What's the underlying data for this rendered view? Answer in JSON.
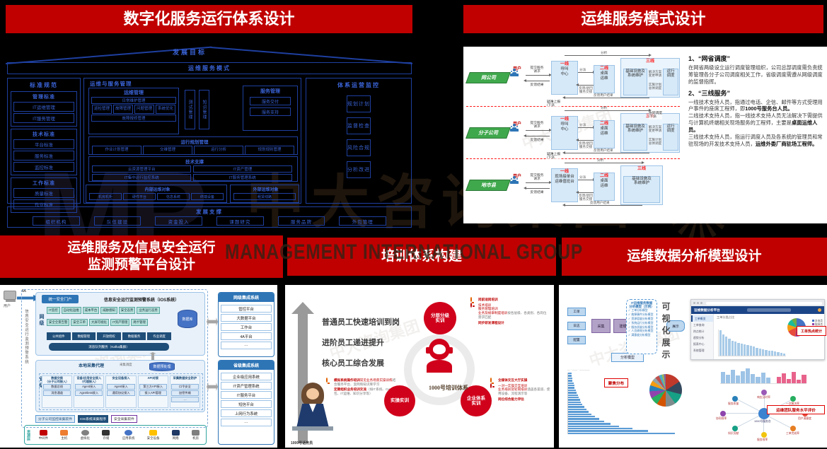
{
  "watermark": {
    "mp": "MP",
    "main": "中大咨询集团",
    "sub": "MANAGEMENT INTERNATIONAL GROUP"
  },
  "banners": {
    "arch": "数字化服务运行体系设计",
    "mode": "运维服务模式设计",
    "ios": "运维服务及信息安全运行\n监测预警平台设计",
    "training": "培训体系构建",
    "analysis": "运维数据分析模型设计"
  },
  "arch": {
    "goal": "发展目标",
    "mode_bar": "运维服务模式",
    "standards": {
      "title": "标准规范",
      "groups": [
        {
          "name": "管理标准",
          "items": [
            "IT运维管理",
            "IT服务管理"
          ]
        },
        {
          "name": "技术标准",
          "items": [
            "平台标准",
            "服务标准",
            "监控标准"
          ]
        },
        {
          "name": "工作标准",
          "items": [
            "质量标准",
            "作业标准"
          ]
        }
      ]
    },
    "center_title": "运维与服务管理",
    "ops": {
      "name": "运维管理",
      "wide_top": "日常维护管理",
      "cells": [
        "巡检管理",
        "故障管理",
        "问题管理",
        "系统优化"
      ],
      "wide_bottom": "故障报修管理"
    },
    "vertical_boxes": [
      "测试管理",
      "知识管理"
    ],
    "service": {
      "name": "服务管理",
      "items": [
        "服务交付",
        "服务支持"
      ]
    },
    "run_plan": {
      "name": "运行规划管理",
      "cells": [
        "作业计划管理",
        "交维管理",
        "运行分析",
        "规划规则管理"
      ]
    },
    "tech": {
      "name": "技术支撑",
      "cells": [
        "云资源管理平台",
        "IT资产管理",
        "IT集中运行监控系统",
        "IT服务管理系统"
      ]
    },
    "internal_obj": {
      "name": "内部运维对象",
      "cells": [
        "机房机柜",
        "硬件平台",
        "信息系统",
        "终端设备"
      ]
    },
    "external_obj": {
      "name": "外部运维对象",
      "cells": [
        "租赁线路"
      ]
    },
    "monitor": {
      "title": "体系运营监控",
      "items": [
        "规划计划",
        "监督检查",
        "风险合规",
        "分析改进"
      ]
    },
    "support": {
      "title": "发展支撑",
      "items": [
        "组织机构",
        "队伍建设",
        "资金投入",
        "课题研究",
        "服务品牌",
        "外包管理"
      ]
    }
  },
  "mode": {
    "tags": {
      "l1": "一线",
      "l2": "二线",
      "l3": "三线"
    },
    "labels": {
      "dispatch": "分派",
      "feedback": "反馈/退回\n服务交接",
      "top": "分析",
      "bottom": "反馈用户结果",
      "escalate": "疑难上报\n/下派",
      "coordinate": "协同调度\n/下派",
      "l3_req": "解决方案\n变更申请",
      "l3_plan": "实施计划\n总体调度"
    },
    "rows": [
      {
        "org": "网公司",
        "user": "用户",
        "submit": "提交服务\n请求",
        "back": "反馈结果",
        "l1": "呼叫\n中心",
        "l2": "桌面\n运维",
        "l3a": "基础设施及\n系统维护",
        "l3b": "运行\n调度"
      },
      {
        "org": "分子公司",
        "user": "用户",
        "submit": "提交服务\n请求",
        "back": "反馈结果",
        "l1": "呼叫\n中心",
        "l2": "桌面\n运维",
        "l3a": "基础设施及\n系统维护",
        "l3b": "运行\n调度"
      },
      {
        "org": "地市县",
        "user": "用户",
        "submit": "提交服务\n请求",
        "back": "反馈结果",
        "l1": "现场接单台\n运维值班台",
        "l2": "桌面\n运维",
        "l3a": "基础设施及\n系统维护",
        "l3b": ""
      }
    ],
    "notes": {
      "h1": "1、“网省调度”",
      "p1": "在网省两级设立运行调度管理组织，公司总部调度需负责统筹管理各分子公司调度相关工作，省级调度需遵从网级调度的监督指挥。",
      "h2": "2、“三线服务”",
      "lines": [
        {
          "pre": "一线技术支持人员，指通过电话、企信、邮件等方式受理用户事件的座席工程师，即",
          "bold": "1000号服务台人员。"
        },
        {
          "pre": "二线技术支持人员，指一线技术支持人员无法解决下需提供与计算机终端相关现场服务的工程师，主要是",
          "bold": "桌面运维人员。"
        },
        {
          "pre": "三线技术支持人员，指运行调度人员及各系统的管理员和常驻现场的开发技术支持人员，",
          "bold": "运维外委厂商驻场工程师。"
        }
      ]
    }
  },
  "ios": {
    "side_label": "信息安全运行监测预警系统",
    "user": "用户",
    "gate": "4A",
    "portal": "统一安全门户",
    "header": "信息安全运行监测预警系统（IOS系统）",
    "level_net": "网级",
    "level_prov": "省级",
    "apps_row1": [
      "IT监控",
      "自动化运维",
      "成本平台",
      "威胁感知",
      "安全态势",
      "业务运行态势"
    ],
    "apps_row2": [
      "安全全景告警",
      "安全工单",
      "大屏可视化",
      "IT资产管理",
      "两卡管理"
    ],
    "db": "数据库",
    "platform_cells": [
      "公共组件",
      "数据管理",
      "开放授权",
      "数据服务",
      "作业调度"
    ],
    "bus": "消息队列服务（Kafka集群）",
    "local_agent": "本地采集代理",
    "collect": "采集调度",
    "local_db": "数据预处理",
    "access_cols": [
      {
        "name": "数据交换\n（分子公司接入）",
        "items": [
          "数据总线",
          "消息通道"
        ]
      },
      {
        "name": "设备/应用安全接入\n（代理接入）",
        "items": [
          "Agent接入",
          "Agentless接入"
        ]
      },
      {
        "name": "安全设备接入",
        "items": [
          "Agent接入",
          "通用协议接入"
        ]
      },
      {
        "name": "API对接",
        "items": [
          "第三方API接入",
          "接入API管理"
        ]
      },
      {
        "name": "采集数据安全防护",
        "items": [
          "口令安全",
          "加密传输",
          "⋯"
        ]
      }
    ],
    "collectors": [
      "分子公司监控采集软件",
      "IOS系统采集程序",
      "安全采集软件"
    ],
    "resource_label": "资源层",
    "resources": [
      "中间件",
      "主机",
      "虚拟化",
      "存储",
      "应用系统",
      "安全设备",
      "网络",
      "机房"
    ],
    "net_sys": {
      "title": "网级集成系统",
      "items": [
        "管控平台",
        "大数据平台",
        "工作台",
        "4A平台",
        "⋯"
      ]
    },
    "prov_sys": {
      "title": "省级集成系统",
      "items": [
        "企业级应用系统",
        "IT资产管理系统",
        "IT服务平台",
        "短信平台",
        "上网行为系统",
        "⋯"
      ]
    }
  },
  "training": {
    "ladder": [
      "普通员工快速培训到岗",
      "进阶员工递进提升",
      "核心员工综合发展"
    ],
    "center": "1000号培训体系",
    "circles": [
      "分层分级\n实训",
      "实操实训",
      "企业体系\n实训"
    ],
    "clusters": {
      "top": {
        "bulb": "岗前适岗培训",
        "target": "技术培训\n服务管理培训\n业务及规章制度培训",
        "gray": "按各层级、各类别、各岗位\n需求匹配",
        "clip": "同步研发课程设计"
      },
      "left": {
        "bulb": "模拟系统操作培训",
        "red": "常见业务场景实操训练",
        "gray": "结合服务平台、案例和知识库学习",
        "red2": "定期组织业务培训交流",
        "gray2": "（如IT系统、OA、外包、IT运维、知识分享等）"
      },
      "right": {
        "bulb": "全媒体交互大厅实操",
        "target": "一对一实操交互培训\n业务培训及轮岗培训",
        "gray": "涵盖各渠道、使用设备、流程演示等",
        "clip": "岗位综合能力评估"
      }
    },
    "operator": "1000号话务员"
  },
  "analysis": {
    "flow": {
      "sources": [
        "工单",
        "日志",
        "配置"
      ],
      "steps": [
        "采集",
        "建模",
        "分析"
      ],
      "out": "展示",
      "bottom": "分析模型"
    },
    "note": {
      "title": "IT运维服务数据\n分析模型（示例）",
      "items": [
        "工单分析模型",
        "故障事件分析模型",
        "资源容量分析模型",
        "系统运行分析模型",
        "服务质量分析模型",
        "人员绩效分析模型",
        "满意度分析模型"
      ]
    },
    "visual": "可视化展示",
    "ann": {
      "hot": "工单热点统计",
      "focus": "聚焦分布",
      "team": "运维团队服务水平评价"
    },
    "dash": {
      "nav": "运维数据分析平台",
      "menu": [
        "工单概览",
        "工单查询",
        "热点统计",
        "趋势分析",
        "报表中心",
        "系统管理"
      ],
      "chart_title": "工单分类占比",
      "legend": [
        "咨询类",
        "故障类",
        "请求类"
      ],
      "bars_main": [
        96,
        80,
        72,
        64,
        58,
        54,
        50,
        46,
        43,
        40,
        37,
        34,
        31,
        28,
        25,
        23,
        20,
        18,
        15,
        13,
        11,
        9
      ],
      "pie_main": {
        "slices": [
          30,
          22,
          16,
          12,
          11,
          9
        ],
        "colors": [
          "#4472c4",
          "#8e44ad",
          "#e74c3c",
          "#f39c12",
          "#1abc9c",
          "#70ad47"
        ]
      },
      "bars_blue": [
        55,
        40,
        65,
        38,
        60,
        72,
        45,
        30,
        52,
        26
      ],
      "bars_pink": [
        30,
        48,
        22,
        55,
        18,
        42
      ],
      "hbars": [
        3,
        3,
        4,
        4,
        5,
        6,
        6,
        7,
        8,
        9,
        10,
        11,
        12,
        13,
        15,
        17,
        19,
        22,
        25,
        29,
        34,
        40,
        48,
        60,
        75,
        100
      ],
      "pie_focus": {
        "slices": [
          16,
          13,
          11,
          10,
          9,
          8,
          7,
          6,
          5,
          4,
          4,
          3,
          2,
          2
        ],
        "colors": [
          "#c0392b",
          "#34495e",
          "#16a085",
          "#7f8c8d",
          "#d35400",
          "#27ae60",
          "#8e44ad",
          "#2980b9",
          "#f39c12",
          "#95a5a6",
          "#c0504d",
          "#4bacc6",
          "#9bbb59",
          "#8064a2"
        ]
      },
      "network": {
        "center": "1000号服务台",
        "nodes": [
          {
            "label": "响应及时率",
            "color": "#9b59b6"
          },
          {
            "label": "一次解决率",
            "color": "#27ae60"
          },
          {
            "label": "用户满意度",
            "color": "#e74c3c"
          },
          {
            "label": "工单完成率",
            "color": "#e67e22"
          },
          {
            "label": "服务效率",
            "color": "#f1c40f"
          },
          {
            "label": "知识贡献",
            "color": "#16a085"
          },
          {
            "label": "协同效率",
            "color": "#8e44ad"
          },
          {
            "label": "服务质量",
            "color": "#2980b9"
          }
        ]
      }
    }
  }
}
